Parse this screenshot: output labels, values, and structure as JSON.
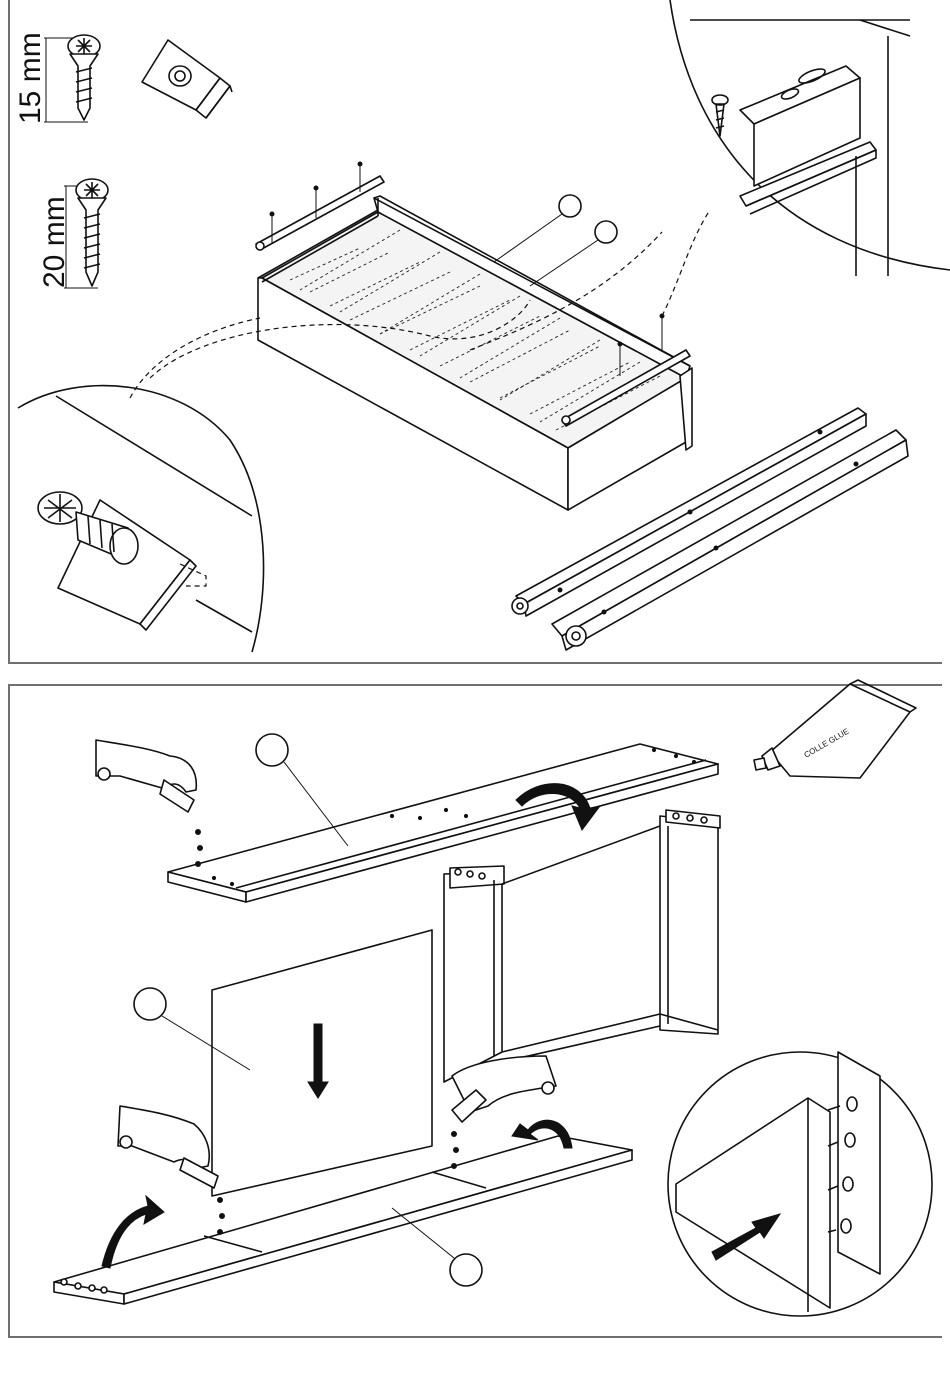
{
  "panel1": {
    "screw_short_length": "15 mm",
    "screw_long_length": "20 mm"
  },
  "panel2": {
    "glue_tube_text": "COLLE GLUE"
  }
}
